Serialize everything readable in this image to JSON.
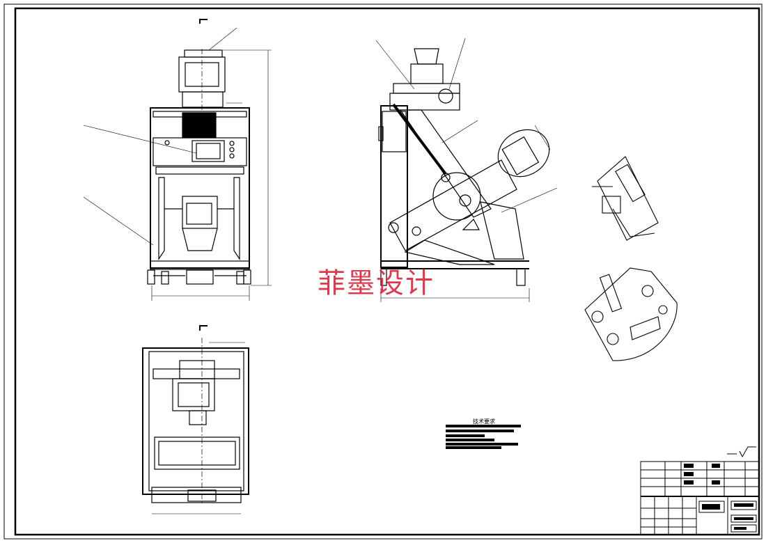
{
  "watermark": {
    "text": "菲墨设计",
    "color": "#d7263d"
  },
  "notes": {
    "title": "技术要求"
  },
  "drawing": {
    "line_color": "#000000",
    "paper_color": "#ffffff",
    "views": [
      "front-view",
      "side-view",
      "top-view",
      "detail-view-a",
      "detail-view-b"
    ]
  },
  "title_block": {
    "present": true
  }
}
